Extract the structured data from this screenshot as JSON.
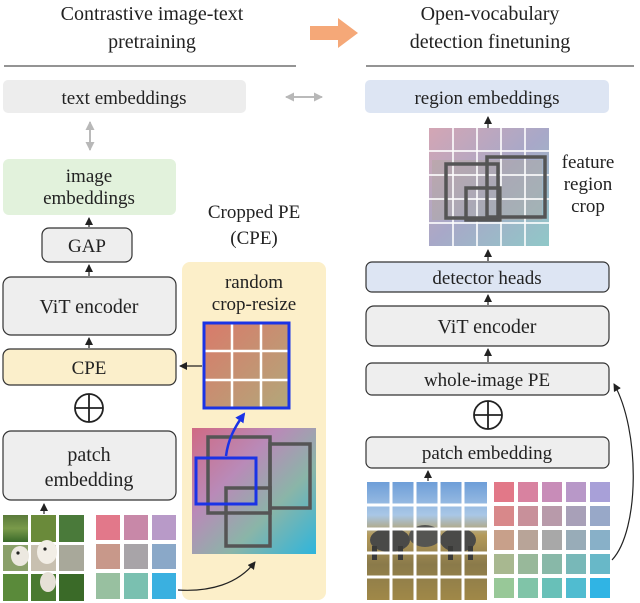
{
  "left_header": {
    "line1": "Contrastive image-text",
    "line2": "pretraining"
  },
  "right_header": {
    "line1": "Open-vocabulary",
    "line2": "detection finetuning"
  },
  "left": {
    "text_embeddings": "text embeddings",
    "image_embeddings_1": "image",
    "image_embeddings_2": "embeddings",
    "gap": "GAP",
    "vit_encoder": "ViT encoder",
    "cpe": "CPE",
    "patch_embedding_1": "patch",
    "patch_embedding_2": "embedding",
    "plus": "⊕"
  },
  "cpe_panel": {
    "title_1": "Cropped PE",
    "title_2": "(CPE)",
    "random_1": "random",
    "random_2": "crop-resize"
  },
  "right": {
    "region_embeddings": "region embeddings",
    "feature_1": "feature",
    "feature_2": "region",
    "feature_3": "crop",
    "detector_heads": "detector heads",
    "vit_encoder": "ViT encoder",
    "whole_image_pe": "whole-image PE",
    "patch_embedding": "patch embedding",
    "plus": "⊕"
  },
  "colors": {
    "orange_arrow": "#f5a878",
    "crop_blue": "#1a33e6",
    "yellow_panel": "#fcefc9"
  }
}
